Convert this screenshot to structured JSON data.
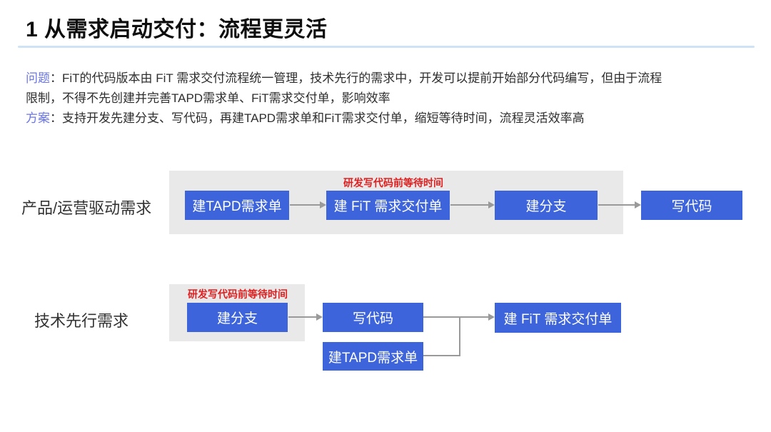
{
  "page": {
    "title": "1 从需求启动交付：流程更灵活"
  },
  "intro": {
    "problem_label": "问题",
    "problem_text": "：FiT的代码版本由 FiT 需求交付流程统一管理，技术先行的需求中，开发可以提前开始部分代码编写，但由于流程限制，不得不先创建并完善TAPD需求单、FiT需求交付单，影响效率",
    "solution_label": "方案",
    "solution_text": "：支持开发先建分支、写代码，再建TAPD需求单和FiT需求交付单，缩短等待时间，流程灵活效率高"
  },
  "flows": {
    "row1": {
      "label": "产品/运营驱动需求",
      "wait_caption": "研发写代码前等待时间",
      "steps": [
        "建TAPD需求单",
        "建 FiT 需求交付单",
        "建分支",
        "写代码"
      ]
    },
    "row2": {
      "label": "技术先行需求",
      "wait_caption": "研发写代码前等待时间",
      "steps": {
        "create_branch": "建分支",
        "write_code": "写代码",
        "create_tapd": "建TAPD需求单",
        "create_fit": "建 FiT 需求交付单"
      }
    }
  },
  "colors": {
    "box_blue": "#3e64db",
    "panel_gray": "#e9e9e9",
    "caption_red": "#e02020",
    "label_blue": "#6a75e6",
    "divider_blue": "#cfe3f6",
    "arrow_gray": "#9a9a9a"
  }
}
